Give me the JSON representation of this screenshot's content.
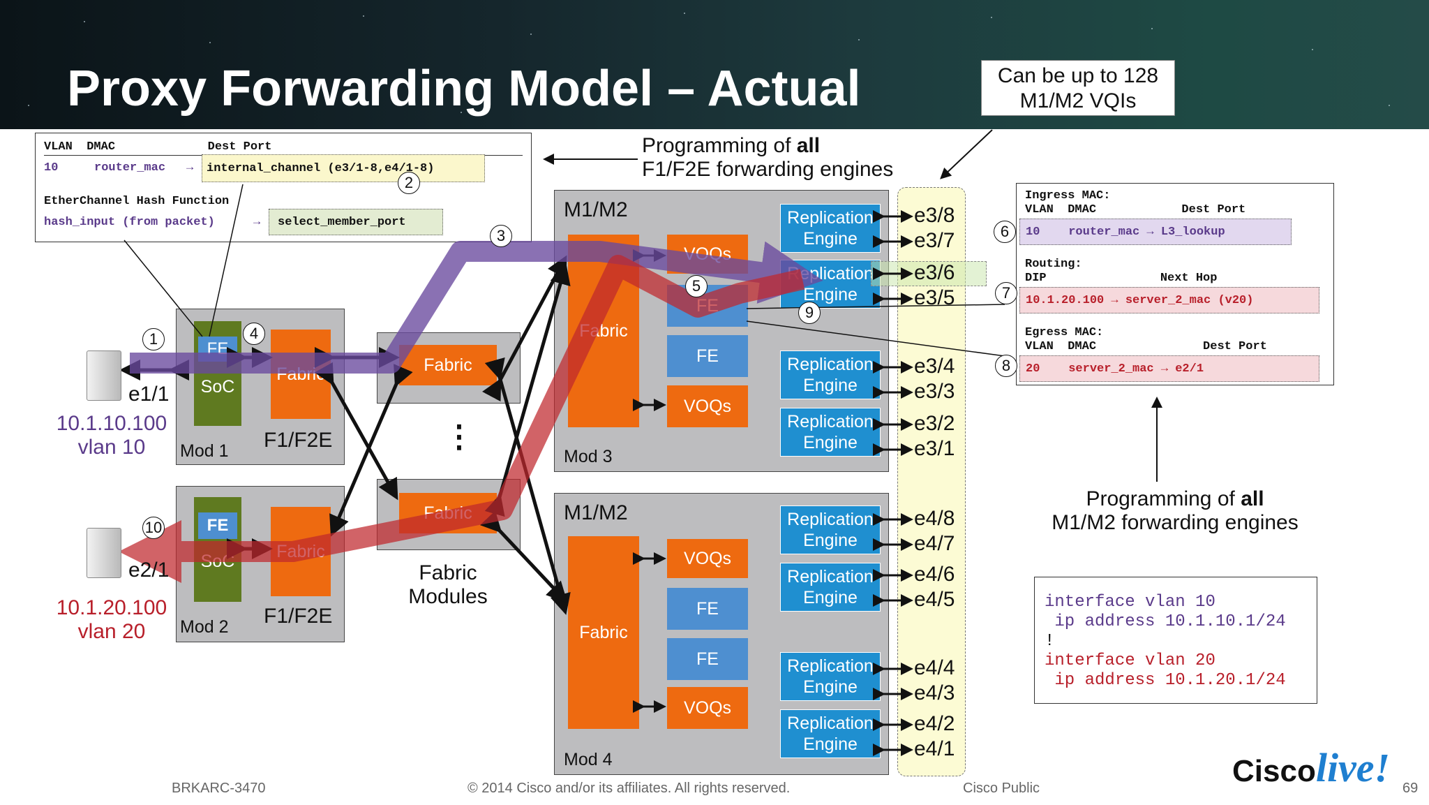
{
  "title": "Proxy Forwarding Model – Actual",
  "callout_top": {
    "line1": "Can be up to 128",
    "line2": "M1/M2 VQIs"
  },
  "prog_f1": {
    "line1_pre": "Programming of ",
    "line1_bold": "all",
    "line2": "F1/F2E forwarding engines"
  },
  "prog_m1": {
    "line1_pre": "Programming of ",
    "line1_bold": "all",
    "line2": "M1/M2 forwarding engines"
  },
  "f1_table": {
    "head1": "VLAN  DMAC             Dest Port",
    "row1_vlan": "10",
    "row1_dmac": "router_mac",
    "row1_arrow": "→",
    "row1_port": "internal_channel (e3/1-8,e4/1-8)",
    "head2": "EtherChannel Hash Function",
    "row2_in": "hash_input (from packet)",
    "row2_arrow": "→",
    "row2_out": "select_member_port"
  },
  "m1_table": {
    "ingress_head": "Ingress MAC:",
    "ingress_cols": "VLAN  DMAC            Dest Port",
    "ingress_row": "10    router_mac → L3_lookup",
    "routing_head": "Routing:",
    "routing_cols": "DIP                Next Hop",
    "routing_row": "10.1.20.100 → server_2_mac (v20)",
    "egress_head": "Egress MAC:",
    "egress_cols": "VLAN  DMAC               Dest Port",
    "egress_row": "20    server_2_mac → e2/1"
  },
  "config": {
    "l1": "interface vlan 10",
    "l2": " ip address 10.1.10.1/24",
    "l3": "!",
    "l4": "interface vlan 20",
    "l5": " ip address 10.1.20.1/24"
  },
  "host1": {
    "port": "e1/1",
    "ip": "10.1.10.100",
    "vlan": "vlan 10"
  },
  "host2": {
    "port": "e2/1",
    "ip": "10.1.20.100",
    "vlan": "vlan 20"
  },
  "mod1": {
    "fe": "FE",
    "soc": "SoC",
    "fabric": "Fabric",
    "type": "F1/F2E",
    "name": "Mod 1"
  },
  "mod2": {
    "fe": "FE",
    "soc": "SoC",
    "fabric": "Fabric",
    "type": "F1/F2E",
    "name": "Mod 2"
  },
  "fabric_modules": {
    "top": "Fabric",
    "bottom": "Fabric",
    "dots": "⋮",
    "label1": "Fabric",
    "label2": "Modules"
  },
  "mod3": {
    "type": "M1/M2",
    "name": "Mod 3",
    "fabric": "Fabric",
    "blocks": [
      "VOQs",
      "FE",
      "FE",
      "VOQs"
    ],
    "repl": [
      "Replication",
      "Engine"
    ],
    "ports": [
      "e3/8",
      "e3/7",
      "e3/6",
      "e3/5",
      "e3/4",
      "e3/3",
      "e3/2",
      "e3/1"
    ]
  },
  "mod4": {
    "type": "M1/M2",
    "name": "Mod 4",
    "fabric": "Fabric",
    "blocks": [
      "VOQs",
      "FE",
      "FE",
      "VOQs"
    ],
    "repl": [
      "Replication",
      "Engine"
    ],
    "ports": [
      "e4/8",
      "e4/7",
      "e4/6",
      "e4/5",
      "e4/4",
      "e4/3",
      "e4/2",
      "e4/1"
    ]
  },
  "steps": [
    "1",
    "2",
    "3",
    "4",
    "5",
    "6",
    "7",
    "8",
    "9",
    "10"
  ],
  "colors": {
    "purple": "#6a4a9e",
    "red": "#c0282d",
    "orange": "#ee6a10",
    "blue": "#4e8fd0",
    "green": "#5f7a20",
    "yellow": "#fcfbd4"
  },
  "footer": {
    "code": "BRKARC-3470",
    "copyright": "© 2014 Cisco and/or its affiliates. All rights reserved.",
    "public": "Cisco Public",
    "page": "69"
  },
  "logo": {
    "cisco": "Cisco",
    "live": "live!"
  }
}
